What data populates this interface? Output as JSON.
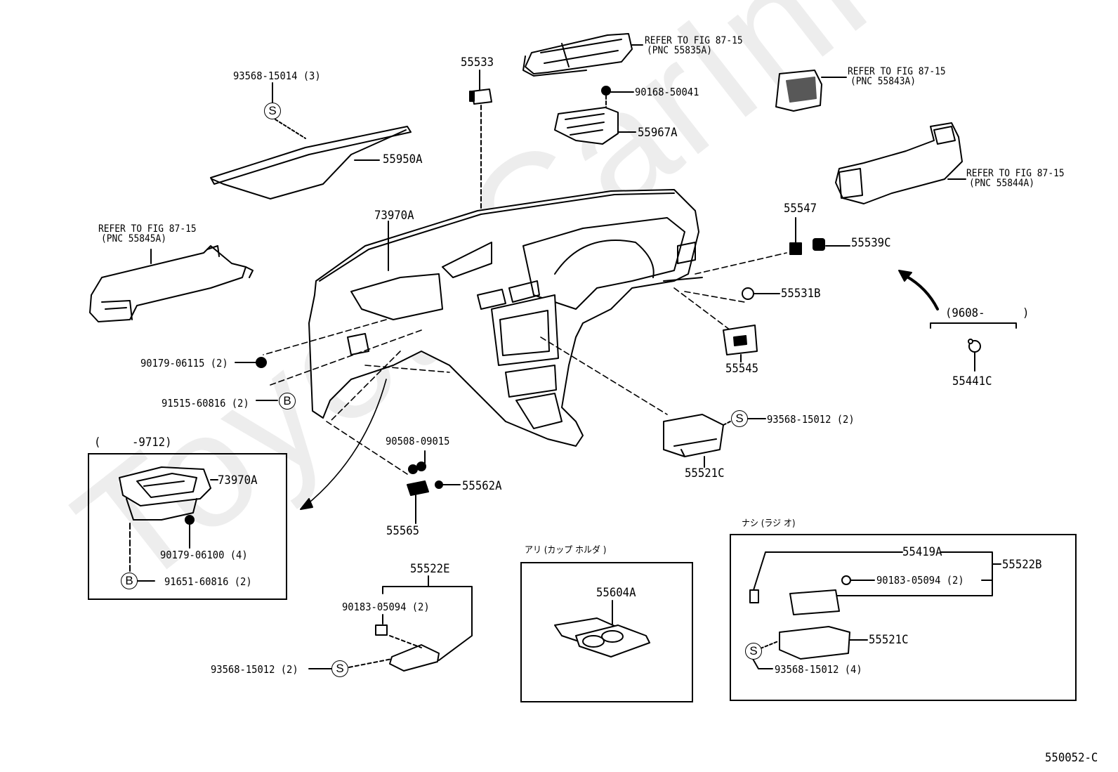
{
  "diagram": {
    "type": "exploded-parts-diagram",
    "watermark": "ToyotaCarInfo.ru",
    "figure_id": "550052-C"
  },
  "references": [
    {
      "text": "REFER TO FIG 87-15",
      "pnc": "(PNC 55835A)"
    },
    {
      "text": "REFER TO FIG 87-15",
      "pnc": "(PNC 55843A)"
    },
    {
      "text": "REFER TO FIG 87-15",
      "pnc": "(PNC 55844A)"
    },
    {
      "text": "REFER TO FIG 87-15",
      "pnc": "(PNC 55845A)"
    }
  ],
  "parts": {
    "p55533": "55533",
    "p90168": "90168-50041",
    "p55967A": "55967A",
    "p93568_15014": "93568-15014 (3)",
    "p55950A": "55950A",
    "p73970A_main": "73970A",
    "p55547": "55547",
    "p55539C": "55539C",
    "p55531B": "55531B",
    "p55545": "55545",
    "p55441C": "55441C",
    "p90179_06115": "90179-06115 (2)",
    "p91515_60816": "91515-60816 (2)",
    "p93568_15012_a": "93568-15012 (2)",
    "p55521C_a": "55521C",
    "p90508": "90508-09015",
    "p55562A": "55562A",
    "p55565": "55565",
    "p55522E": "55522E",
    "p90183_a": "90183-05094 (2)",
    "p93568_15012_b": "93568-15012 (2)"
  },
  "date_ranges": {
    "from_9608": "(9608-",
    "from_9608_close": ")",
    "until_9712_open": "(",
    "until_9712": "-9712)"
  },
  "insets": {
    "airbag": {
      "p73970A": "73970A",
      "p90179_06100": "90179-06100 (4)",
      "p91651_60816": "91651-60816 (2)",
      "symbol_b": "B"
    },
    "cup_holder": {
      "caption": "アリ (カップ ホルダ )",
      "p55604A": "55604A"
    },
    "no_radio": {
      "caption": "ナシ (ラジ オ)",
      "p55419A": "55419A",
      "p55522B": "55522B",
      "p90183": "90183-05094 (2)",
      "p55521C": "55521C",
      "p93568_15012": "93568-15012 (4)"
    }
  },
  "symbols": {
    "screw": "S",
    "bolt": "B"
  }
}
